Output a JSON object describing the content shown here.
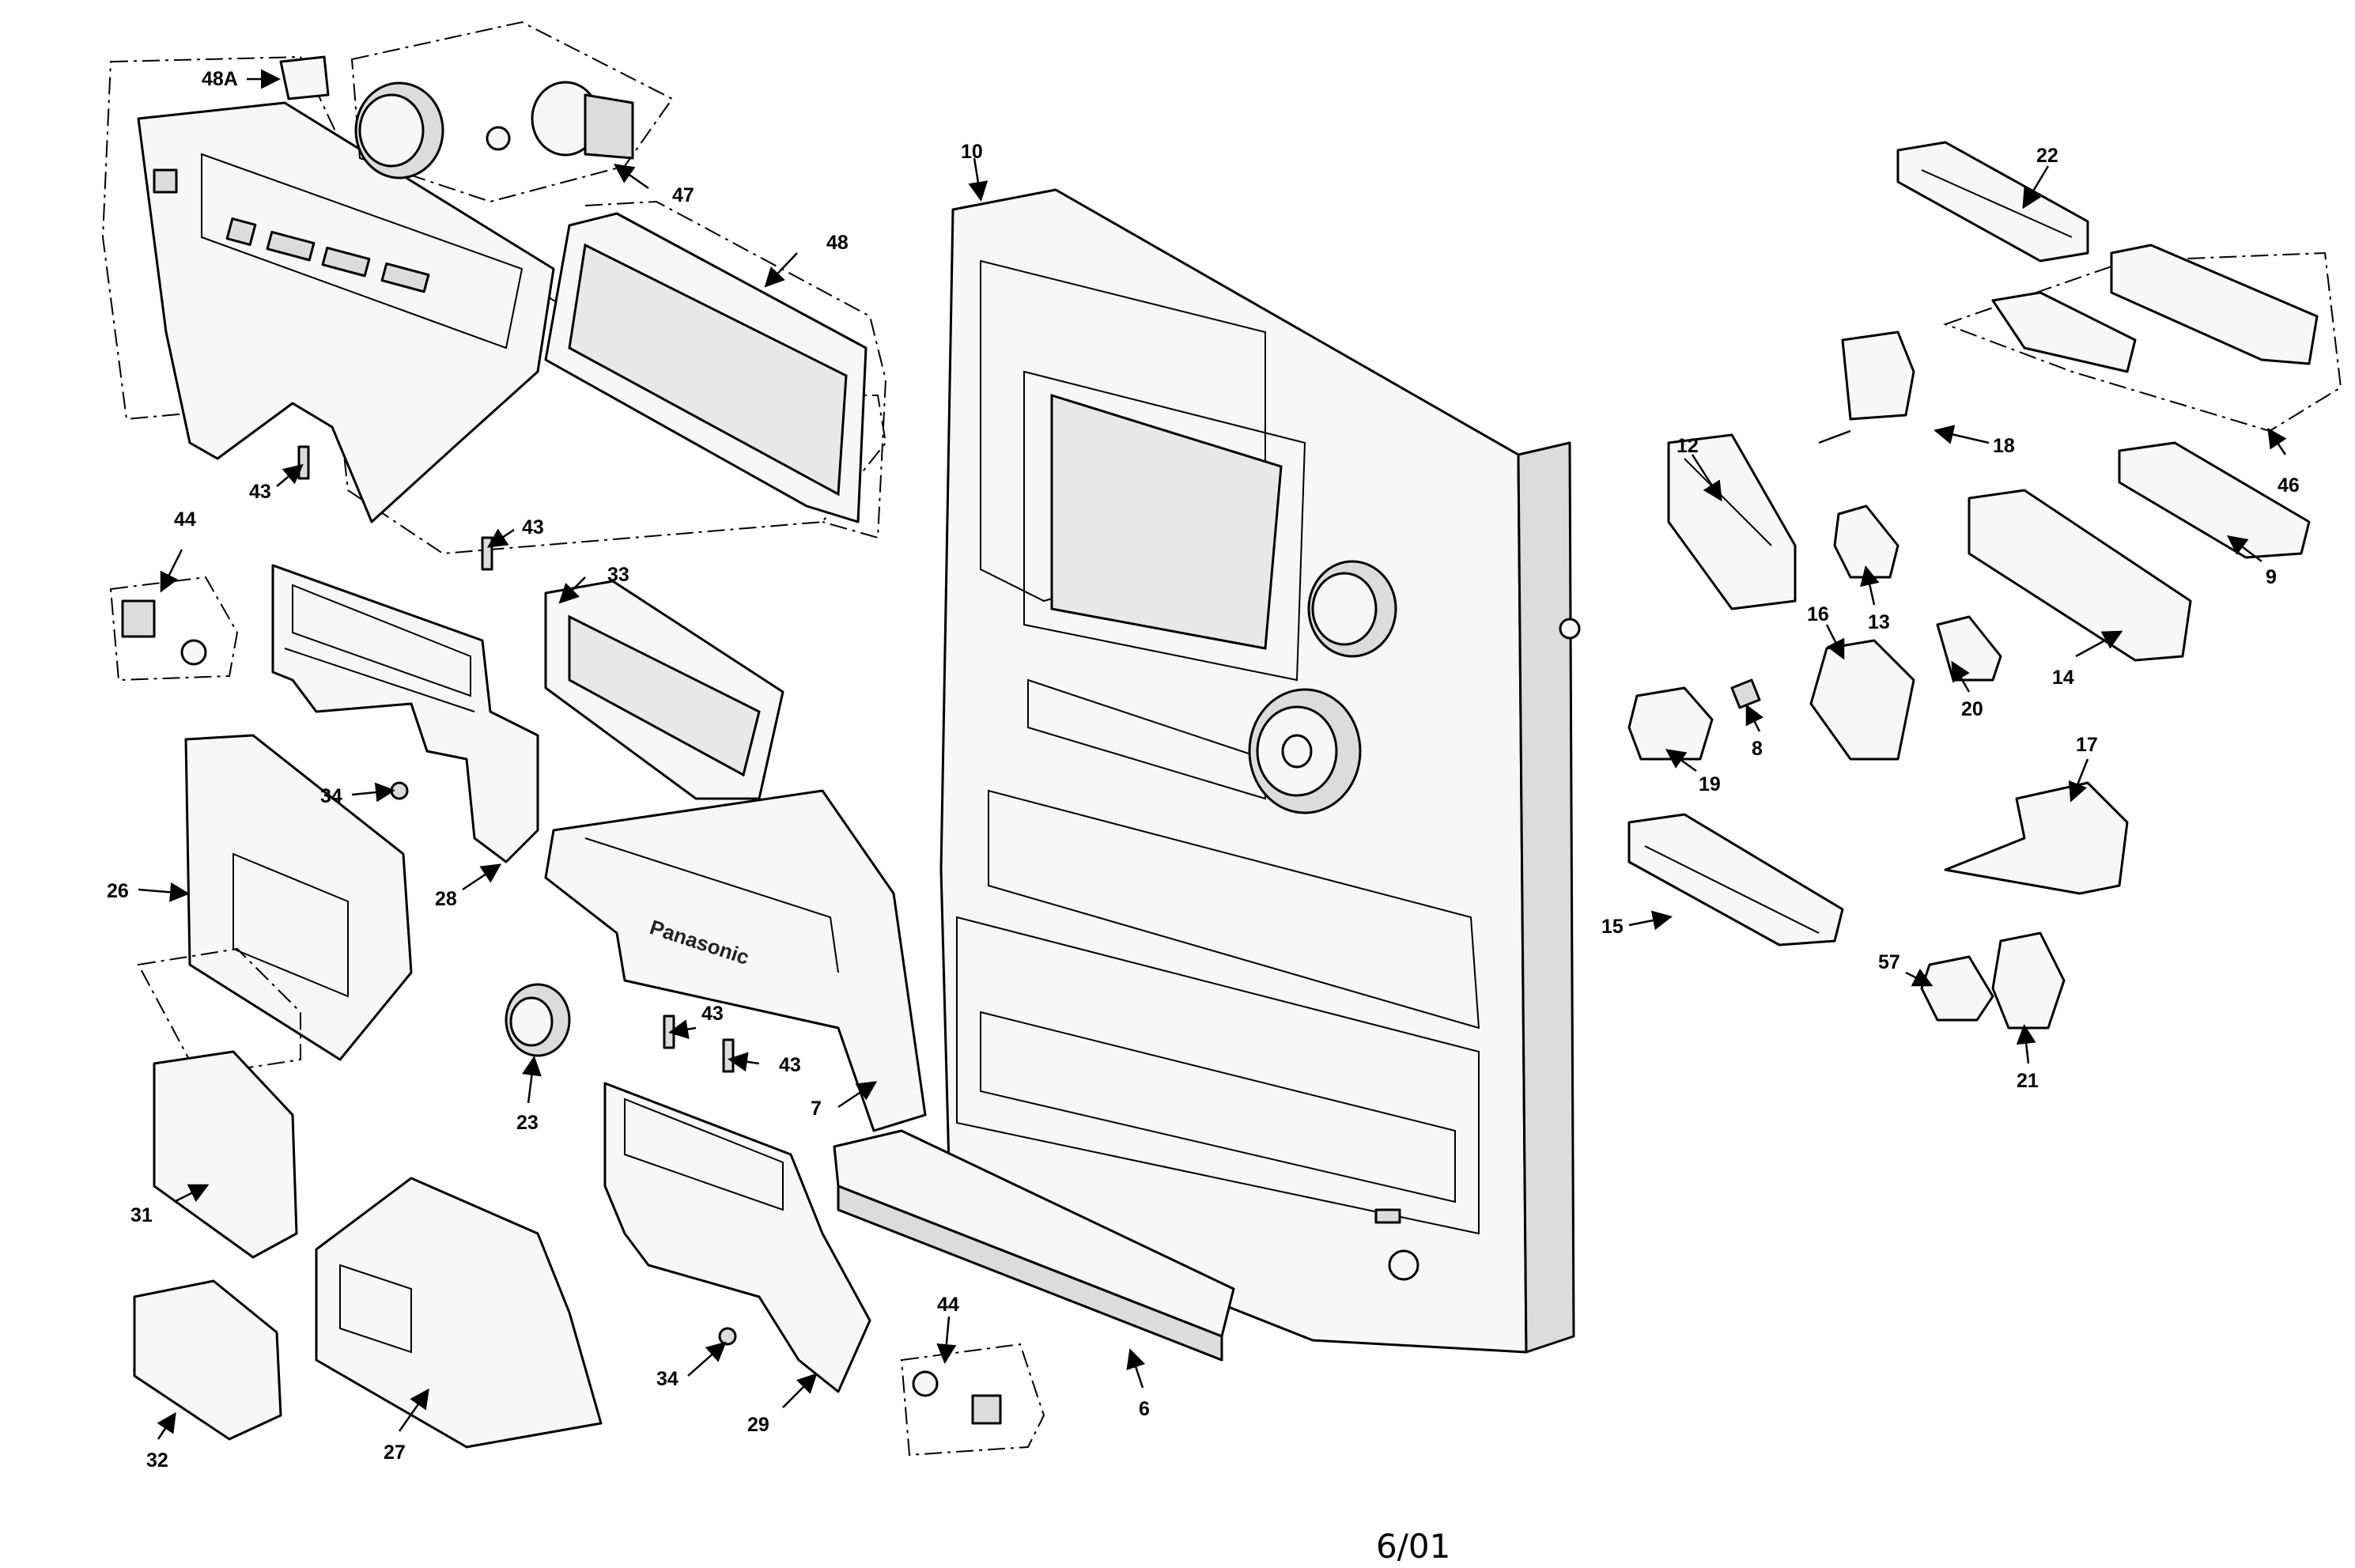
{
  "diagram": {
    "brand_text": "Panasonic",
    "footer_date": "6/01",
    "callouts": [
      "48A",
      "47",
      "48",
      "10",
      "22",
      "46",
      "18",
      "12",
      "9",
      "13",
      "14",
      "16",
      "20",
      "8",
      "19",
      "17",
      "15",
      "57",
      "21",
      "44",
      "43",
      "43",
      "33",
      "34",
      "28",
      "26",
      "31",
      "32",
      "27",
      "23",
      "43",
      "43",
      "7",
      "6",
      "29",
      "34",
      "44"
    ]
  }
}
